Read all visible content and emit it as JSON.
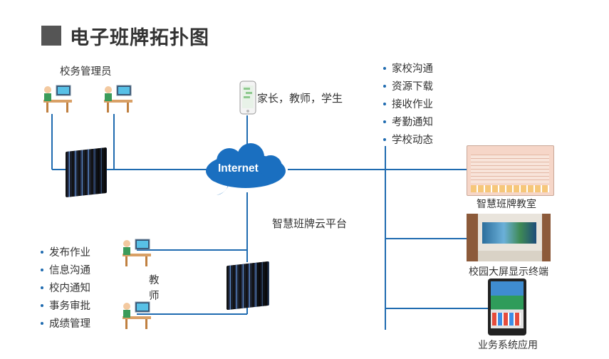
{
  "header": {
    "title": "电子班牌拓扑图"
  },
  "labels": {
    "admin": "校务管理员",
    "parents": "家长，教师，学生",
    "internet": "Internet",
    "platform": "智慧班牌云平台",
    "teacher": "教\n师",
    "classroom": "智慧班牌教室",
    "campus_screen": "校园大屏显示终端",
    "business_app": "业务系统应用"
  },
  "right_list": [
    "家校沟通",
    "资源下载",
    "接收作业",
    "考勤通知",
    "学校动态"
  ],
  "left_list": [
    "发布作业",
    "信息沟通",
    "校内通知",
    "事务审批",
    "成绩管理"
  ],
  "colors": {
    "line": "#1f6bb0",
    "cloud": "#1a6fc0",
    "title_box": "#555555"
  },
  "icons": [
    "computer-user-icon",
    "server-rack-icon",
    "smartphone-icon",
    "cloud-icon",
    "class-board-icon",
    "led-screen-icon",
    "kiosk-terminal-icon"
  ]
}
